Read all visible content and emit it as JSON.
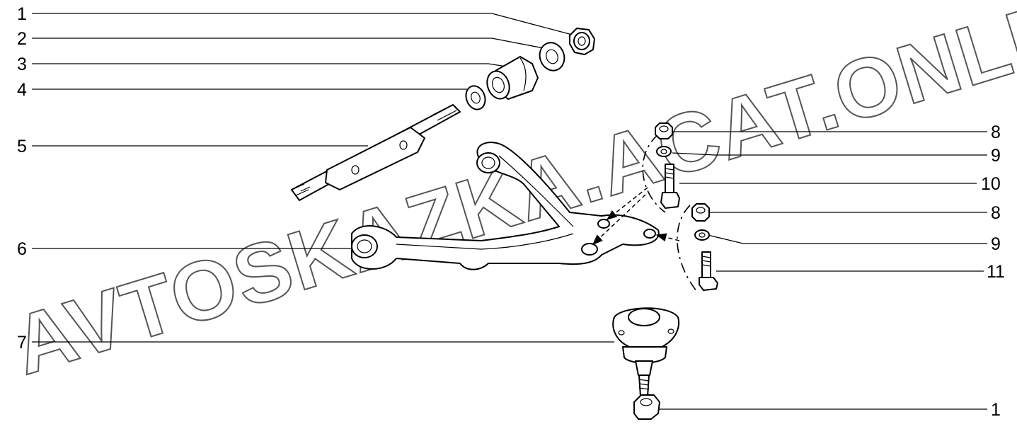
{
  "watermark": "AVTOSKAZKA.ACAT.ONLINE",
  "callouts": {
    "left": [
      "1",
      "2",
      "3",
      "4",
      "5",
      "6",
      "7"
    ],
    "right": [
      "8",
      "9",
      "10",
      "8",
      "9",
      "11",
      "1"
    ]
  }
}
